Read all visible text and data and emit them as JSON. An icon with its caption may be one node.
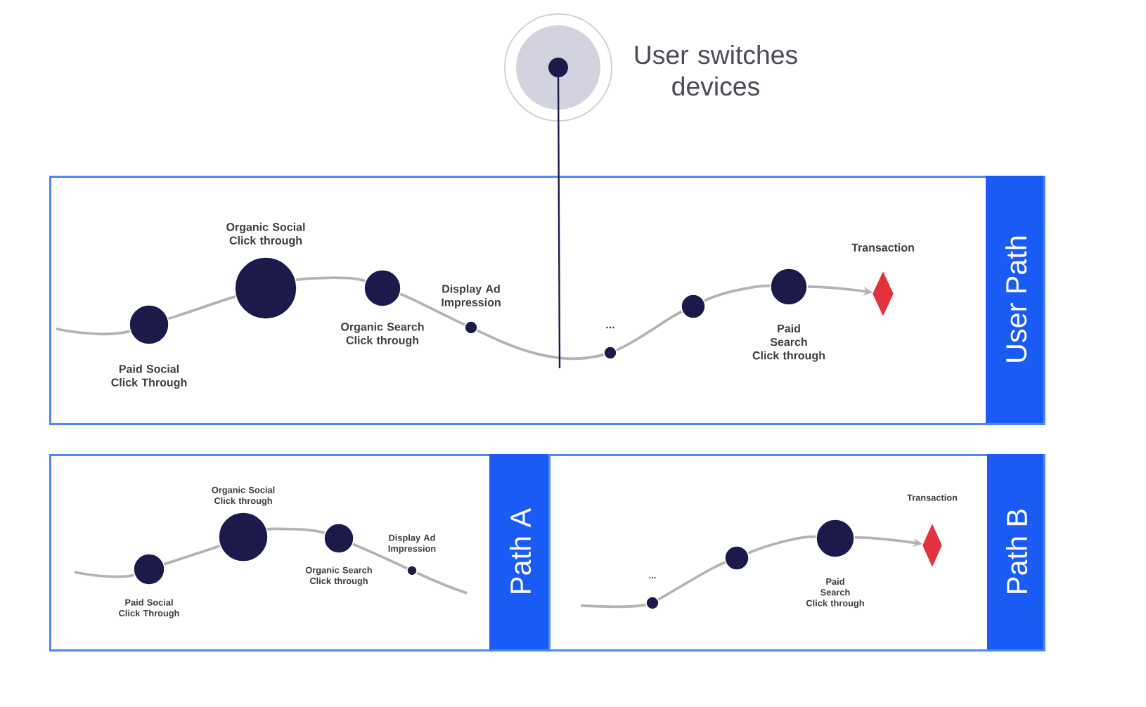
{
  "diagram": {
    "nodes": [
      {
        "text": [],
        "shape": "circle",
        "beside": [
          "User switches devices"
        ]
      },
      {
        "text": [
          "User Path"
        ]
      },
      {
        "text": [],
        "shape": "circle",
        "in": 1,
        "beside": [
          "Paid Social Click Through"
        ]
      },
      {
        "text": [],
        "shape": "circle",
        "in": 1,
        "beside": [
          "Organic Social Click through"
        ]
      },
      {
        "text": [],
        "shape": "circle",
        "in": 1,
        "beside": [
          "Organic Search Click through"
        ]
      },
      {
        "text": [],
        "shape": "circle",
        "in": 1,
        "beside": [
          "Display Ad Impression"
        ]
      },
      {
        "text": [],
        "shape": "circle",
        "in": 1,
        "beside": [
          "..."
        ]
      },
      {
        "text": [],
        "shape": "circle",
        "in": 1
      },
      {
        "text": [],
        "shape": "circle",
        "in": 1,
        "beside": [
          "Paid Search Click through"
        ]
      },
      {
        "text": [],
        "shape": "diamond",
        "in": 1,
        "beside": [
          "Transaction"
        ]
      },
      {
        "text": [
          "Path A"
        ]
      },
      {
        "text": [],
        "shape": "circle",
        "in": 10,
        "beside": [
          "Paid Social Click Through"
        ]
      },
      {
        "text": [],
        "shape": "circle",
        "in": 10,
        "beside": [
          "Organic Social Click through"
        ]
      },
      {
        "text": [],
        "shape": "circle",
        "in": 10,
        "beside": [
          "Organic Search Click through"
        ]
      },
      {
        "text": [],
        "shape": "circle",
        "in": 10,
        "beside": [
          "Display Ad Impression"
        ]
      },
      {
        "text": [
          "Path B"
        ]
      },
      {
        "text": [],
        "shape": "circle",
        "in": 15,
        "beside": [
          "..."
        ]
      },
      {
        "text": [],
        "shape": "circle",
        "in": 15
      },
      {
        "text": [],
        "shape": "circle",
        "in": 15,
        "beside": [
          "Paid Search Click through"
        ]
      },
      {
        "text": [],
        "shape": "diamond",
        "in": 15,
        "beside": [
          "Transaction"
        ]
      }
    ],
    "edges": [
      {
        "from": null,
        "to": 2,
        "arrow": "none"
      },
      {
        "from": 2,
        "to": 3,
        "arrow": "none"
      },
      {
        "from": 3,
        "to": 4,
        "arrow": "none"
      },
      {
        "from": 4,
        "to": 5,
        "arrow": "none"
      },
      {
        "from": 5,
        "to": 6,
        "arrow": "none"
      },
      {
        "from": 6,
        "to": 7,
        "arrow": "none"
      },
      {
        "from": 7,
        "to": 8,
        "arrow": "none"
      },
      {
        "from": 8,
        "to": 9,
        "arrow": "to"
      },
      {
        "from": 0,
        "to": null,
        "arrow": "none",
        "color": "#1c1a4a"
      },
      {
        "from": null,
        "to": 11,
        "arrow": "none"
      },
      {
        "from": 11,
        "to": 12,
        "arrow": "none"
      },
      {
        "from": 12,
        "to": 13,
        "arrow": "none"
      },
      {
        "from": 13,
        "to": 14,
        "arrow": "none"
      },
      {
        "from": 14,
        "to": null,
        "arrow": "none"
      },
      {
        "from": null,
        "to": 16,
        "arrow": "none"
      },
      {
        "from": 16,
        "to": 17,
        "arrow": "none"
      },
      {
        "from": 17,
        "to": 18,
        "arrow": "none"
      },
      {
        "from": 18,
        "to": 19,
        "arrow": "to"
      }
    ]
  }
}
